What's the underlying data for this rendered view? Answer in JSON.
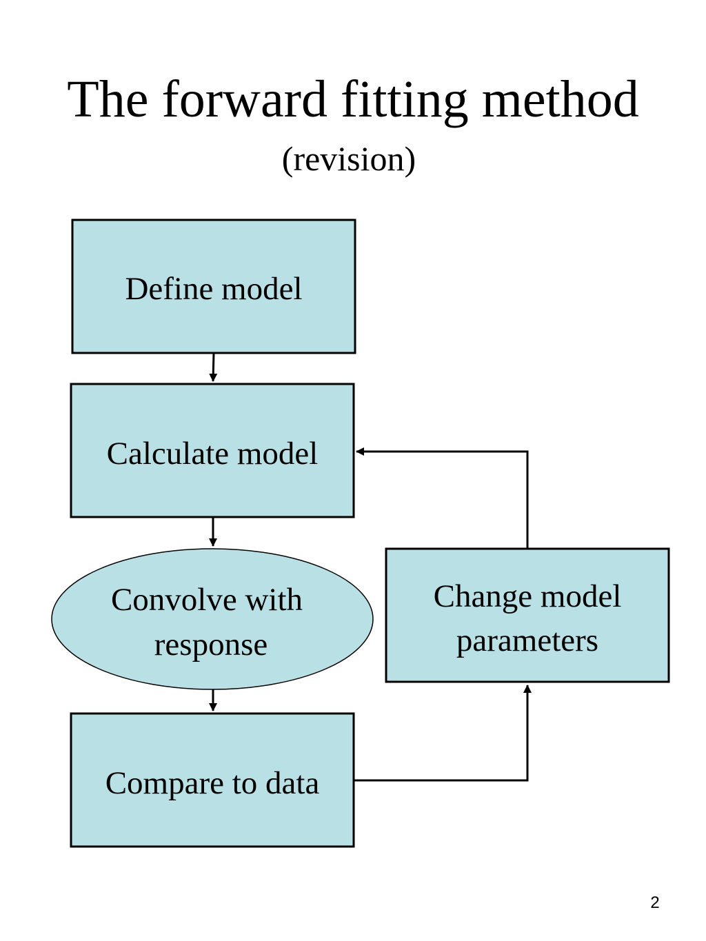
{
  "slide": {
    "title": "The forward fitting method",
    "subtitle": "(revision)",
    "page_number": "2"
  },
  "diagram": {
    "fill_color": "#b9e0e4",
    "stroke_color": "#000000",
    "nodes": {
      "define": {
        "shape": "rectangle",
        "lines": [
          "Define model"
        ]
      },
      "calculate": {
        "shape": "rectangle",
        "lines": [
          "Calculate model"
        ]
      },
      "convolve": {
        "shape": "ellipse",
        "lines": [
          "Convolve with",
          "response"
        ]
      },
      "compare": {
        "shape": "rectangle",
        "lines": [
          "Compare to data"
        ]
      },
      "change": {
        "shape": "rectangle",
        "lines": [
          "Change model",
          "parameters"
        ]
      }
    },
    "edges": [
      {
        "from": "define",
        "to": "calculate"
      },
      {
        "from": "calculate",
        "to": "convolve"
      },
      {
        "from": "convolve",
        "to": "compare"
      },
      {
        "from": "compare",
        "to": "change"
      },
      {
        "from": "change",
        "to": "calculate"
      }
    ]
  }
}
